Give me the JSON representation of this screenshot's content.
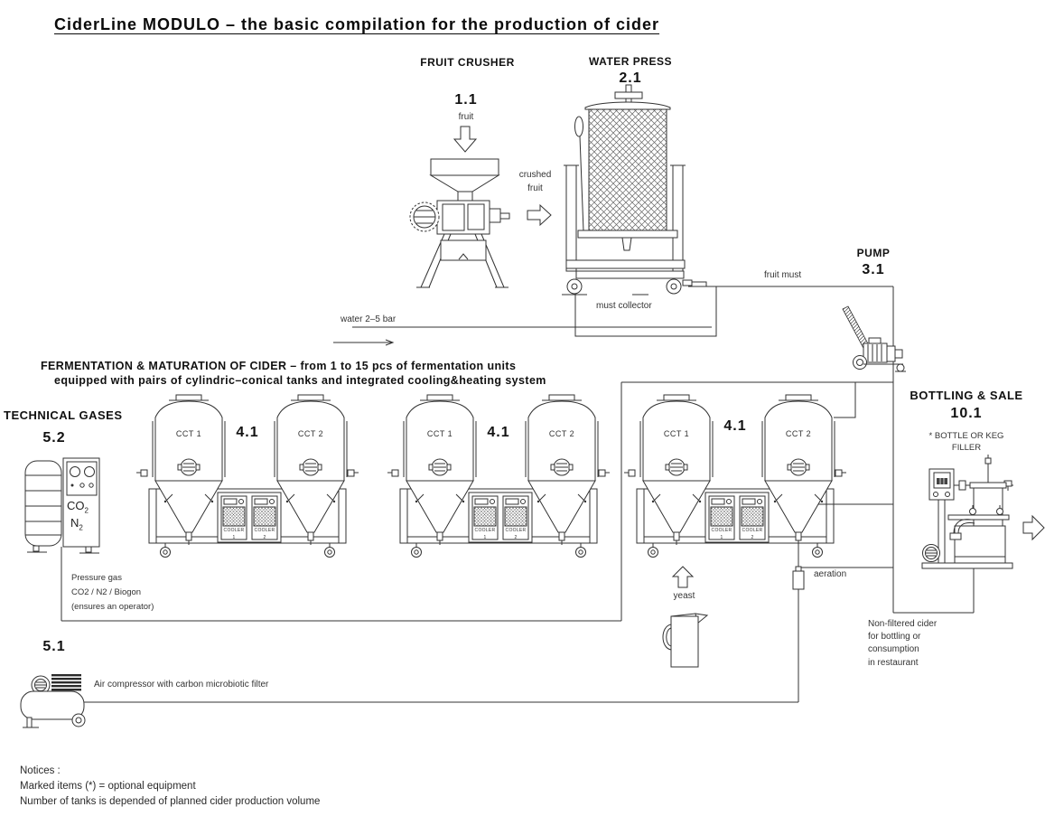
{
  "title": "CiderLine MODULO – the basic compilation for the production of cider",
  "fruit_crusher": {
    "heading": "FRUIT CRUSHER",
    "number": "1.1",
    "input_label": "fruit",
    "output_label_l1": "crushed",
    "output_label_l2": "fruit"
  },
  "water_press": {
    "heading": "WATER PRESS",
    "number": "2.1",
    "collector_label": "must collector"
  },
  "pump": {
    "heading": "PUMP",
    "number": "3.1"
  },
  "flow_labels": {
    "water": "water 2–5 bar",
    "fruit_must": "fruit must",
    "yeast": "yeast",
    "aeration": "aeration"
  },
  "fermentation": {
    "heading_l1": "FERMENTATION & MATURATION OF CIDER – from 1 to 15 pcs of fermentation units",
    "heading_l2": "equipped with pairs of cylindric–conical tanks and integrated cooling&heating system",
    "unit_number": "4.1",
    "tank1_label": "CCT 1",
    "tank2_label": "CCT 2",
    "cooler_label": "COOLER",
    "cooler1_no": "1",
    "cooler2_no": "2"
  },
  "technical_gases": {
    "heading": "TECHNICAL GASES",
    "number": "5.2",
    "gas1": "CO",
    "gas1_sub": "2",
    "gas2": "N",
    "gas2_sub": "2",
    "note_l1": "Pressure gas",
    "note_l2": "CO2 / N2 / Biogon",
    "note_l3": "(ensures an operator)"
  },
  "air_compressor": {
    "number": "5.1",
    "label": "Air compressor with carbon microbiotic filter"
  },
  "bottling": {
    "heading": "BOTTLING & SALE",
    "number": "10.1",
    "subtitle_l1": "* BOTTLE OR KEG",
    "subtitle_l2": "FILLER",
    "note_l1": "Non-filtered cider",
    "note_l2": "for bottling or",
    "note_l3": "consumption",
    "note_l4": "in restaurant"
  },
  "notices": {
    "l1": "Notices :",
    "l2": "Marked items (*) = optional equipment",
    "l3": "Number of tanks is depended of planned cider production volume"
  }
}
